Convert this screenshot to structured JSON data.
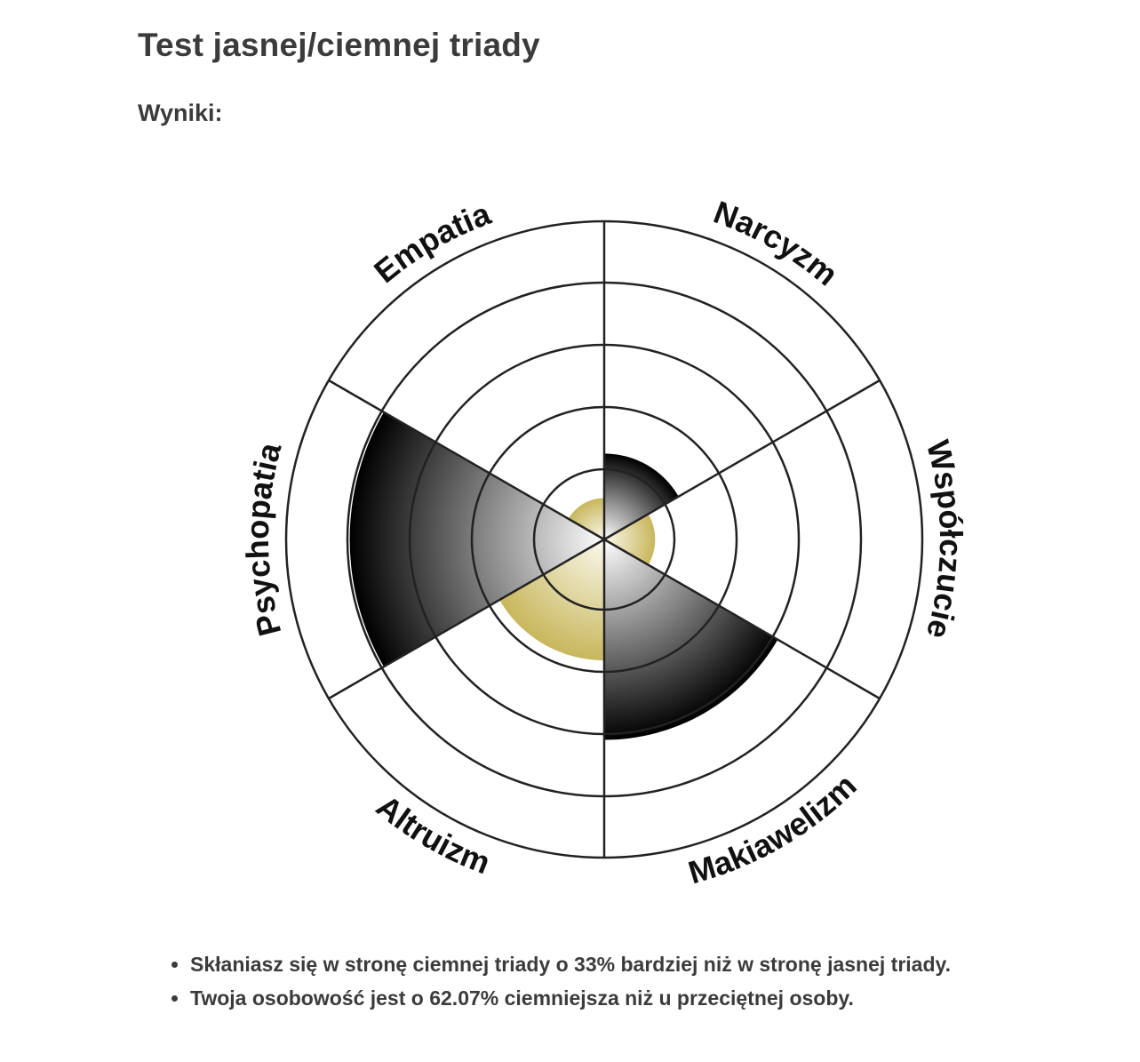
{
  "page": {
    "title": "Test jasnej/ciemnej triady",
    "subtitle": "Wyniki:"
  },
  "chart_data": {
    "type": "polar-area",
    "scale_max": 100,
    "rings": 5,
    "categories": [
      "Narcyzm",
      "Współczucie",
      "Makiawelizm",
      "Altruizm",
      "Psychopatia",
      "Empatia"
    ],
    "series": [
      {
        "name": "dark",
        "traits": [
          "Narcyzm",
          "Makiawelizm",
          "Psychopatia"
        ],
        "values": [
          27,
          63,
          80
        ],
        "color": "#000000"
      },
      {
        "name": "light",
        "traits": [
          "Współczucie",
          "Altruizm",
          "Empatia"
        ],
        "values": [
          16,
          38,
          13
        ],
        "color": "#c8b75c"
      }
    ]
  },
  "results": [
    "Skłaniasz się w stronę ciemnej triady o 33% bardziej niż w stronę jasnej triady.",
    "Twoja osobowość jest o 62.07% ciemniejsza niż u przeciętnej osoby."
  ]
}
